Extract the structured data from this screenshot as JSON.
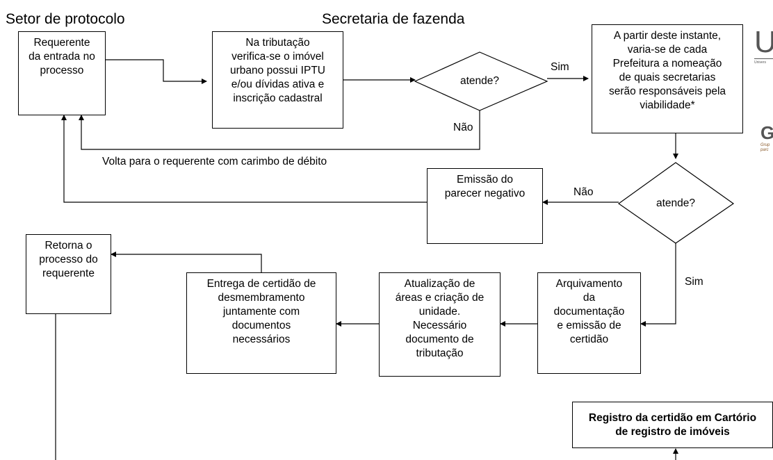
{
  "headers": {
    "protocolo": "Setor de protocolo",
    "fazenda": "Secretaria de fazenda"
  },
  "boxes": {
    "requerente": "Requerente\nda entrada no\nprocesso",
    "tributacao": "Na tributação\nverifica-se o imóvel\nurbano possui IPTU\ne/ou dívidas ativa e\ninscrição cadastral",
    "prefeitura": "A partir deste instante,\nvaria-se de cada\nPrefeitura a nomeação\nde quais secretarias\nserão responsáveis pela\nviabilidade*",
    "parecer_negativo": "Emissão do\nparecer negativo",
    "retorna": "Retorna o\nprocesso do\nrequerente",
    "entrega": "Entrega de certidão de\ndesmembramento\njuntamente com\ndocumentos\nnecessários",
    "atualizacao": "Atualização de\náreas e criação de\nunidade.\nNecessário\ndocumento de\ntributação",
    "arquivamento": "Arquivamento\nda\ndocumentação\ne emissão de\ncertidão",
    "registro": "Registro da certidão em Cartório\nde registro  de imóveis"
  },
  "decisions": {
    "atende1": "atende?",
    "atende2": "atende?"
  },
  "labels": {
    "sim1": "Sim",
    "nao1": "Não",
    "volta": "Volta para o requerente com carimbo de débito",
    "nao2": "Não",
    "sim2": "Sim"
  },
  "logos": {
    "logo_u": "U",
    "logo_u_caption": "Univers",
    "logo_g": "G",
    "logo_g_caption": "Grup\nparc"
  },
  "colors": {
    "line": "#000000",
    "logo": "#555555"
  }
}
